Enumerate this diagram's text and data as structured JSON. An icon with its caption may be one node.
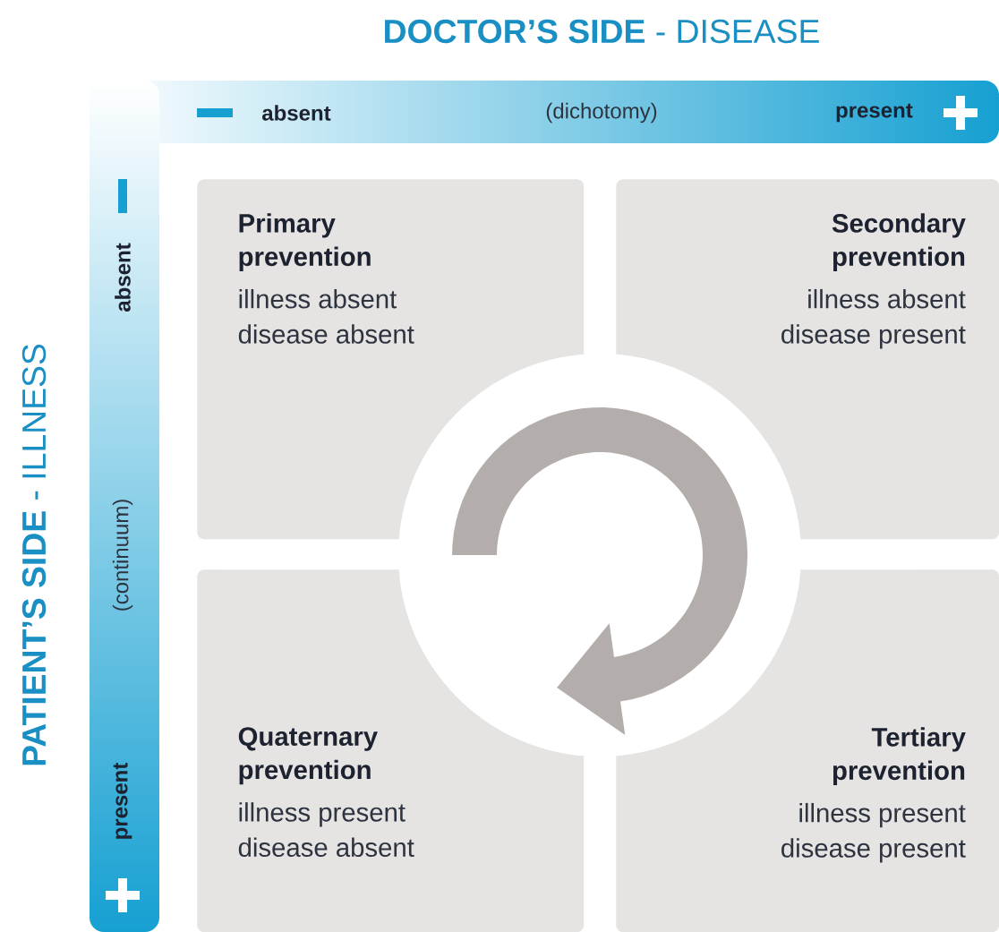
{
  "diagram": {
    "title": "**DOCTOR’S SIDE** - DISEASE",
    "nodes": [
      {
        "text": [
          "Primary prevention",
          "illness absent disease absent"
        ]
      },
      {
        "text": [
          "Secondary prevention",
          "illness absent disease present"
        ]
      },
      {
        "text": [
          "Quaternary prevention",
          "illness present disease absent"
        ]
      },
      {
        "text": [
          "Tertiary prevention",
          "illness present disease present"
        ]
      }
    ],
    "labels": [
      "**PATIENT’S SIDE** - ILLNESS",
      "absent",
      "(dichotomy)",
      "present",
      "absent",
      "(continuum)",
      "present"
    ]
  }
}
